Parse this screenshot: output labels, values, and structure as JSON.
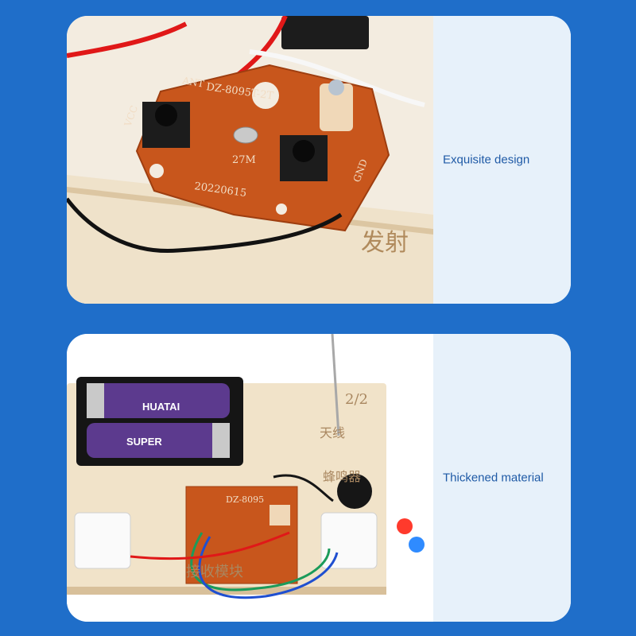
{
  "panels": [
    {
      "caption": "Exquisite design",
      "board": {
        "model": "DZ-8095T-2T",
        "frequency": "27M",
        "date": "20220615",
        "pin_left": "VCC",
        "pin_right": "GND",
        "pin_top": "ANT",
        "engraved": "发射"
      }
    },
    {
      "caption": "Thickened material",
      "board": {
        "engraved_page": "2/2",
        "antenna_label": "天线",
        "buzzer_label": "蜂鸣器",
        "module_label": "接收模块",
        "module_model": "DZ-8095",
        "battery_brand": "HUATAI",
        "battery_type": "SUPER"
      }
    }
  ],
  "colors": {
    "background": "#1f6ec9",
    "caption_panel": "#e7f1fa",
    "caption_text": "#1f5aa6"
  }
}
